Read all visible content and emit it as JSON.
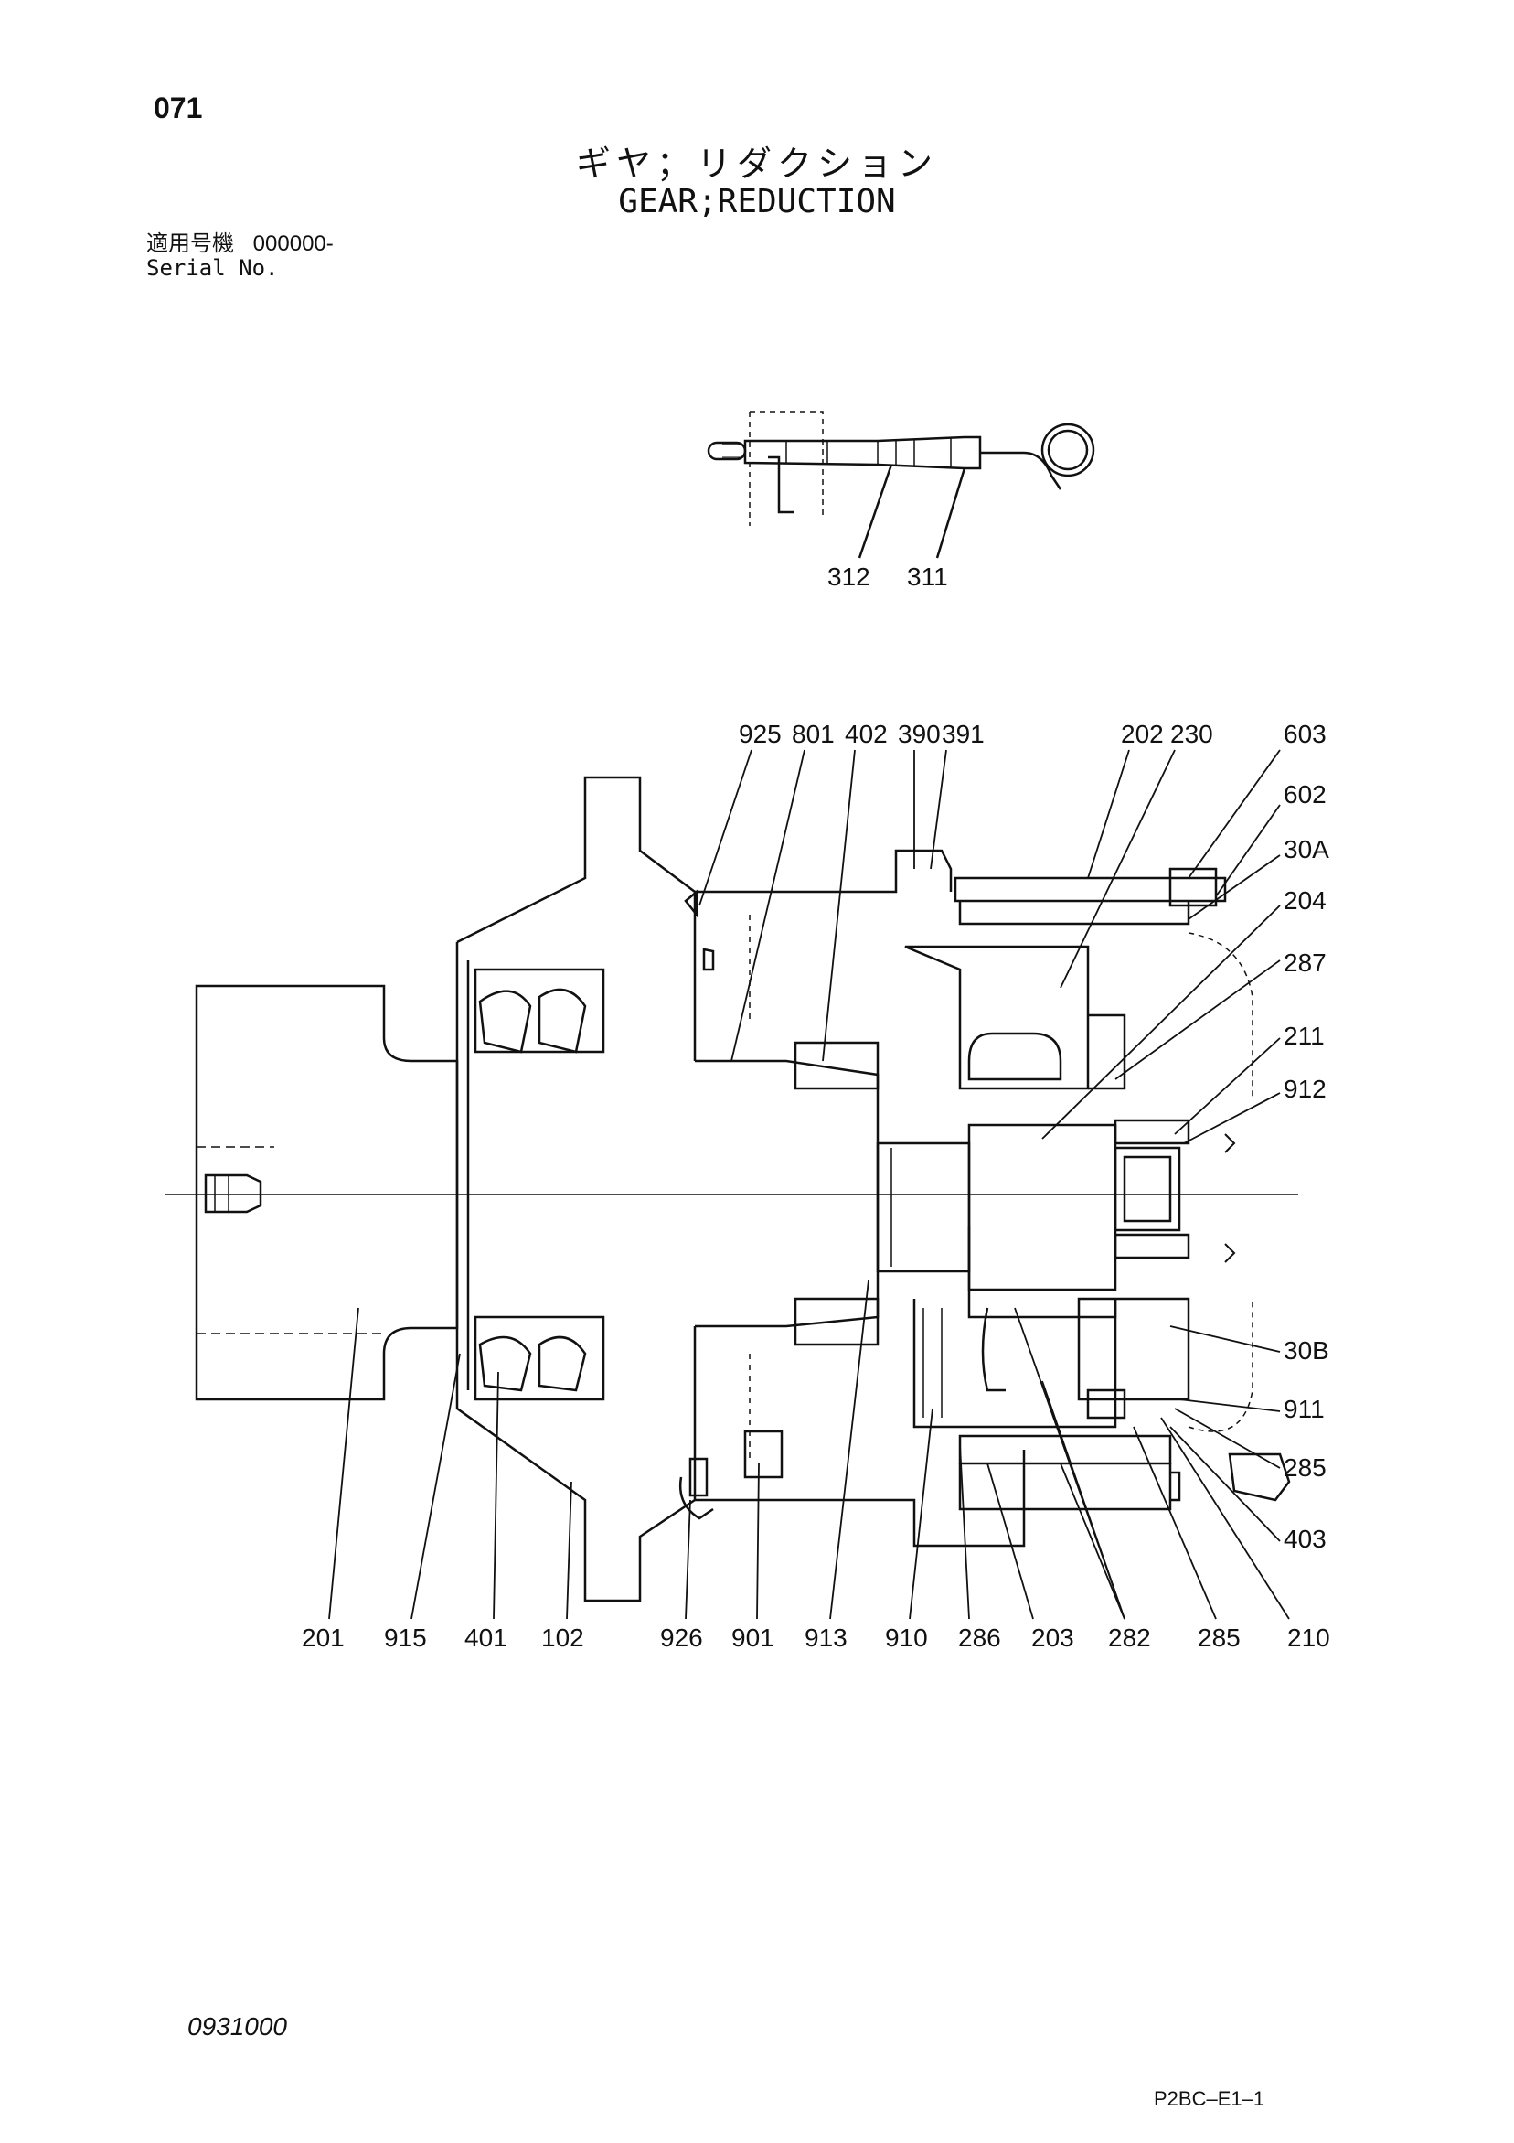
{
  "header": {
    "page_number": "071",
    "title_jp": "ギヤ；リダクション",
    "title_en": "GEAR;REDUCTION",
    "serial_label_jp": "適用号機",
    "serial_value": "000000-",
    "serial_label_en": "Serial No."
  },
  "footer": {
    "doc_code": "0931000",
    "sheet_code": "P2BC–E1–1"
  },
  "diagram": {
    "inset_labels": [
      "312",
      "311"
    ],
    "top_labels": [
      "925",
      "801",
      "402",
      "390",
      "391",
      "202",
      "230",
      "603"
    ],
    "right_labels": [
      "602",
      "30A",
      "204",
      "287",
      "211",
      "912",
      "30B",
      "911",
      "285",
      "403"
    ],
    "bottom_labels": [
      "201",
      "915",
      "401",
      "102",
      "926",
      "901",
      "913",
      "910",
      "286",
      "203",
      "282",
      "285",
      "210"
    ]
  }
}
